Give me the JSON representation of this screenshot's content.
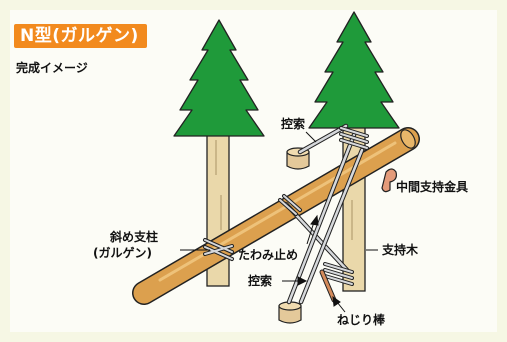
{
  "title": "N型(ガルゲン)",
  "subtitle": "完成イメージ",
  "labels": {
    "hikae_upper": "控索",
    "chukan": "中間支持金具",
    "naname_line1": "斜め支柱",
    "naname_line2": "(ガルゲン)",
    "shiji": "支持木",
    "tawami": "たわみ止め",
    "hikae_lower": "控索",
    "neji": "ねじり棒"
  },
  "colors": {
    "title_bg": "#f28a1e",
    "foliage": "#1f9a3a",
    "trunk": "#ead8aa",
    "pole": "#dca04e",
    "rope": "#d6d8db",
    "outline": "#222222"
  }
}
